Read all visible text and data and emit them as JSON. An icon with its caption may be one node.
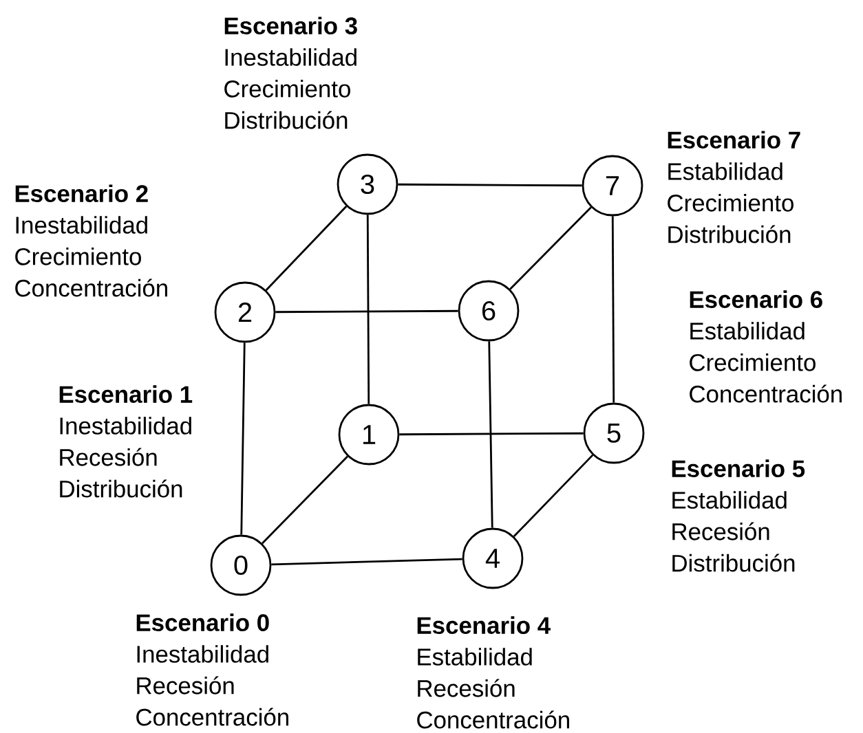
{
  "diagram": {
    "nodes": [
      {
        "text": [
          "0"
        ],
        "beside": [
          "Escenario 0",
          "Inestabilidad",
          "Recesión",
          "Concentración"
        ]
      },
      {
        "text": [
          "1"
        ],
        "beside": [
          "Escenario 1",
          "Inestabilidad",
          "Recesión",
          "Distribución"
        ]
      },
      {
        "text": [
          "2"
        ],
        "beside": [
          "Escenario 2",
          "Inestabilidad",
          "Crecimiento",
          "Concentración"
        ]
      },
      {
        "text": [
          "3"
        ],
        "beside": [
          "Escenario 3",
          "Inestabilidad",
          "Crecimiento",
          "Distribución"
        ]
      },
      {
        "text": [
          "4"
        ],
        "beside": [
          "Escenario 4",
          "Estabilidad",
          "Recesión",
          "Concentración"
        ]
      },
      {
        "text": [
          "5"
        ],
        "beside": [
          "Escenario 5",
          "Estabilidad",
          "Recesión",
          "Distribución"
        ]
      },
      {
        "text": [
          "6"
        ],
        "beside": [
          "Escenario 6",
          "Estabilidad",
          "Crecimiento",
          "Concentración"
        ]
      },
      {
        "text": [
          "7"
        ],
        "beside": [
          "Escenario 7",
          "Estabilidad",
          "Crecimiento",
          "Distribución"
        ]
      }
    ],
    "edges": [
      {
        "from": 0,
        "to": 1,
        "arrow": "none"
      },
      {
        "from": 0,
        "to": 2,
        "arrow": "none"
      },
      {
        "from": 0,
        "to": 4,
        "arrow": "none"
      },
      {
        "from": 1,
        "to": 3,
        "arrow": "none"
      },
      {
        "from": 1,
        "to": 5,
        "arrow": "none"
      },
      {
        "from": 2,
        "to": 3,
        "arrow": "none"
      },
      {
        "from": 2,
        "to": 6,
        "arrow": "none"
      },
      {
        "from": 3,
        "to": 7,
        "arrow": "none"
      },
      {
        "from": 4,
        "to": 5,
        "arrow": "none"
      },
      {
        "from": 4,
        "to": 6,
        "arrow": "none"
      },
      {
        "from": 5,
        "to": 7,
        "arrow": "none"
      },
      {
        "from": 6,
        "to": 7,
        "arrow": "none"
      }
    ]
  }
}
